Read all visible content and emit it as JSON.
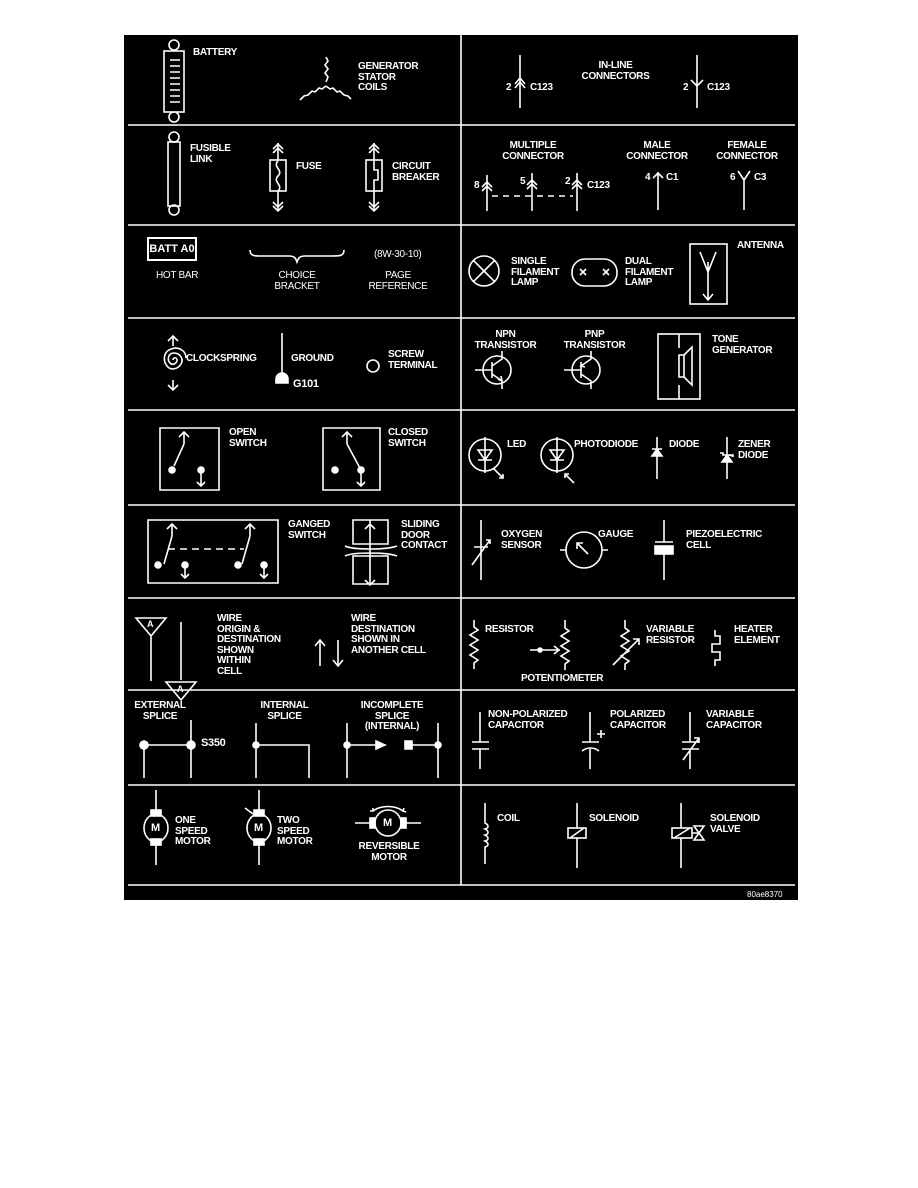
{
  "symbols": {
    "battery": "BATTERY",
    "generator_stator_coils": "GENERATOR\nSTATOR\nCOILS",
    "in_line_connectors": "IN-LINE\nCONNECTORS",
    "inline_pin_1": "2",
    "inline_id_1": "C123",
    "inline_pin_2": "2",
    "inline_id_2": "C123",
    "fusible_link": "FUSIBLE\nLINK",
    "fuse": "FUSE",
    "circuit_breaker": "CIRCUIT\nBREAKER",
    "multiple_connector": "MULTIPLE\nCONNECTOR",
    "multi_pin_1": "8",
    "multi_pin_2": "5",
    "multi_pin_3": "2",
    "multi_id": "C123",
    "male_connector": "MALE\nCONNECTOR",
    "male_pin": "4",
    "male_id": "C1",
    "female_connector": "FEMALE\nCONNECTOR",
    "female_pin": "6",
    "female_id": "C3",
    "batt_box": "BATT A0",
    "hot_bar": "HOT BAR",
    "choice_bracket": "CHOICE\nBRACKET",
    "page_ref_value": "(8W-30-10)",
    "page_reference": "PAGE\nREFERENCE",
    "single_filament_lamp": "SINGLE\nFILAMENT\nLAMP",
    "dual_filament_lamp": "DUAL\nFILAMENT\nLAMP",
    "antenna": "ANTENNA",
    "clockspring": "CLOCKSPRING",
    "ground": "GROUND",
    "ground_id": "G101",
    "screw_terminal": "SCREW\nTERMINAL",
    "npn_transistor": "NPN\nTRANSISTOR",
    "pnp_transistor": "PNP\nTRANSISTOR",
    "tone_generator": "TONE\nGENERATOR",
    "open_switch": "OPEN\nSWITCH",
    "closed_switch": "CLOSED\nSWITCH",
    "led": "LED",
    "photodiode": "PHOTODIODE",
    "diode": "DIODE",
    "zener_diode": "ZENER\nDIODE",
    "ganged_switch": "GANGED\nSWITCH",
    "sliding_door_contact": "SLIDING\nDOOR\nCONTACT",
    "oxygen_sensor": "OXYGEN\nSENSOR",
    "gauge": "GAUGE",
    "piezoelectric_cell": "PIEZOELECTRIC\nCELL",
    "wire_origin": "WIRE\nORIGIN &\nDESTINATION\nSHOWN\nWITHIN\nCELL",
    "wire_destination": "WIRE\nDESTINATION\nSHOWN IN\nANOTHER CELL",
    "wire_marker": "A",
    "resistor": "RESISTOR",
    "potentiometer": "POTENTIOMETER",
    "variable_resistor": "VARIABLE\nRESISTOR",
    "heater_element": "HEATER\nELEMENT",
    "external_splice": "EXTERNAL\nSPLICE",
    "splice_id": "S350",
    "internal_splice": "INTERNAL\nSPLICE",
    "incomplete_splice": "INCOMPLETE\nSPLICE\n(INTERNAL)",
    "non_polarized_capacitor": "NON-POLARIZED\nCAPACITOR",
    "polarized_capacitor": "POLARIZED\nCAPACITOR",
    "variable_capacitor": "VARIABLE\nCAPACITOR",
    "one_speed_motor": "ONE\nSPEED\nMOTOR",
    "two_speed_motor": "TWO\nSPEED\nMOTOR",
    "reversible_motor": "REVERSIBLE\nMOTOR",
    "motor_letter": "M",
    "coil": "COIL",
    "solenoid": "SOLENOID",
    "solenoid_valve": "SOLENOID\nVALVE"
  },
  "footer": {
    "figure_id": "80ae8370"
  },
  "colors": {
    "background": "#000000",
    "foreground": "#ffffff"
  }
}
